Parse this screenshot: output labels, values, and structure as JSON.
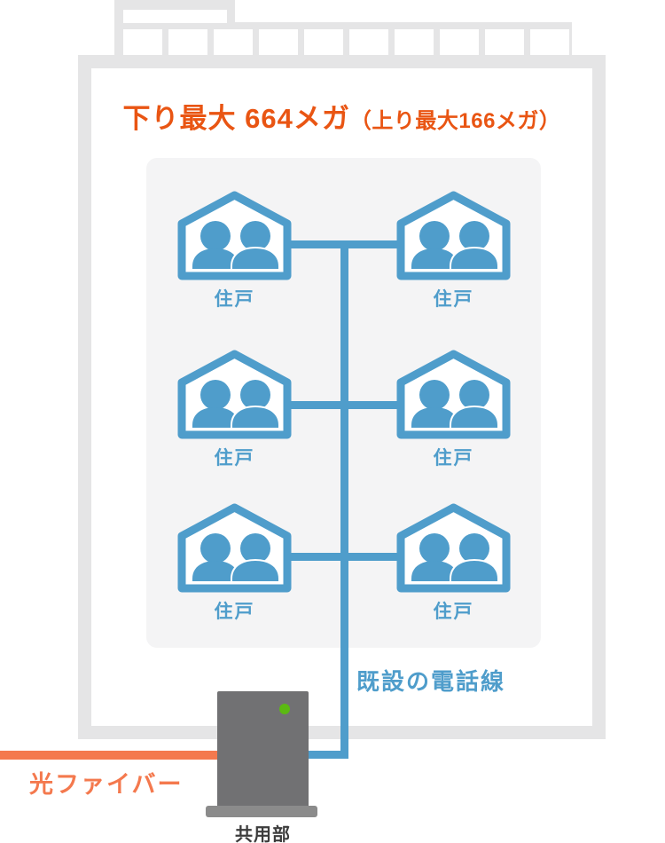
{
  "title": {
    "main": "下り最大 664メガ",
    "sub": "（上り最大166メガ）"
  },
  "units": [
    {
      "label": "住戸"
    },
    {
      "label": "住戸"
    },
    {
      "label": "住戸"
    },
    {
      "label": "住戸"
    },
    {
      "label": "住戸"
    },
    {
      "label": "住戸"
    }
  ],
  "labels": {
    "phone_line": "既設の電話線",
    "fiber": "光ファイバー",
    "shared_equipment": "共用部"
  },
  "device": {
    "led_status": "on"
  },
  "colors": {
    "headline_orange": "#e95513",
    "fiber_orange": "#f4794e",
    "line_blue": "#4f9dcb",
    "panel_gray": "#f4f4f5",
    "building_gray": "#e5e5e6",
    "device_gray": "#717173",
    "device_base_gray": "#8b8b8b",
    "led_green": "#5bb912",
    "shared_label_gray": "#3c3c3c"
  }
}
